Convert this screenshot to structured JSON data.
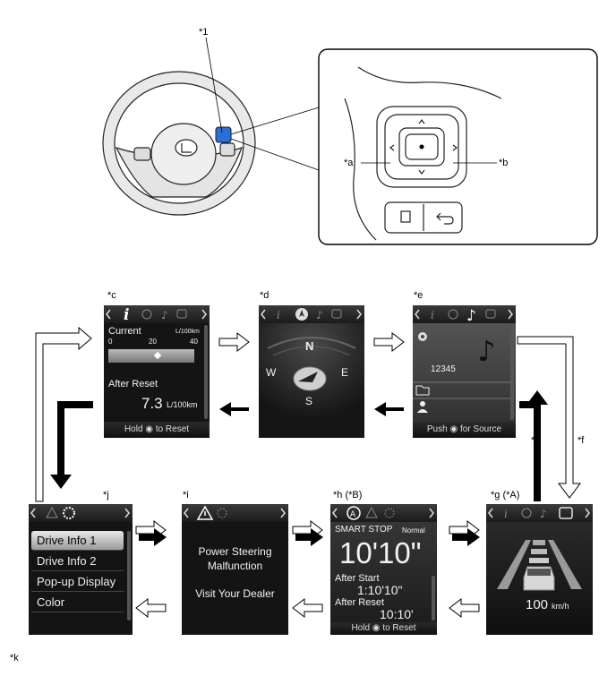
{
  "labels": {
    "l1": "*1",
    "la": "*a",
    "lb": "*b",
    "lc": "*c",
    "ld": "*d",
    "le": "*e",
    "lf": "*f",
    "lg": "*g (*A)",
    "lh": "*h (*B)",
    "li": "*i",
    "lj": "*j",
    "lk": "*k"
  },
  "screen_c": {
    "current": "Current",
    "unit_top": "L/100km",
    "tick0": "0",
    "tick20": "20",
    "tick40": "40",
    "after_reset": "After Reset",
    "value": "7.3",
    "value_unit": "L/100km",
    "footer_pre": "Hold",
    "footer_post": "to Reset"
  },
  "screen_d": {
    "n": "N",
    "s": "S",
    "e": "E",
    "w": "W"
  },
  "screen_e": {
    "track": "12345",
    "footer_pre": "Push",
    "footer_post": "for Source"
  },
  "screen_g": {
    "speed": "100",
    "speed_unit": "km/h"
  },
  "screen_h": {
    "title": "SMART STOP",
    "mode": "Normal",
    "big_time": "10'10\"",
    "after_start": "After Start",
    "start_time": "1:10'10\"",
    "after_reset": "After Reset",
    "reset_time": "10:10'",
    "footer_pre": "Hold",
    "footer_post": "to Reset"
  },
  "screen_i": {
    "line1": "Power Steering",
    "line2": "Malfunction",
    "line3": "Visit Your Dealer"
  },
  "screen_j": {
    "items": [
      "Drive Info 1",
      "Drive Info 2",
      "Pop-up Display",
      "Color"
    ]
  }
}
